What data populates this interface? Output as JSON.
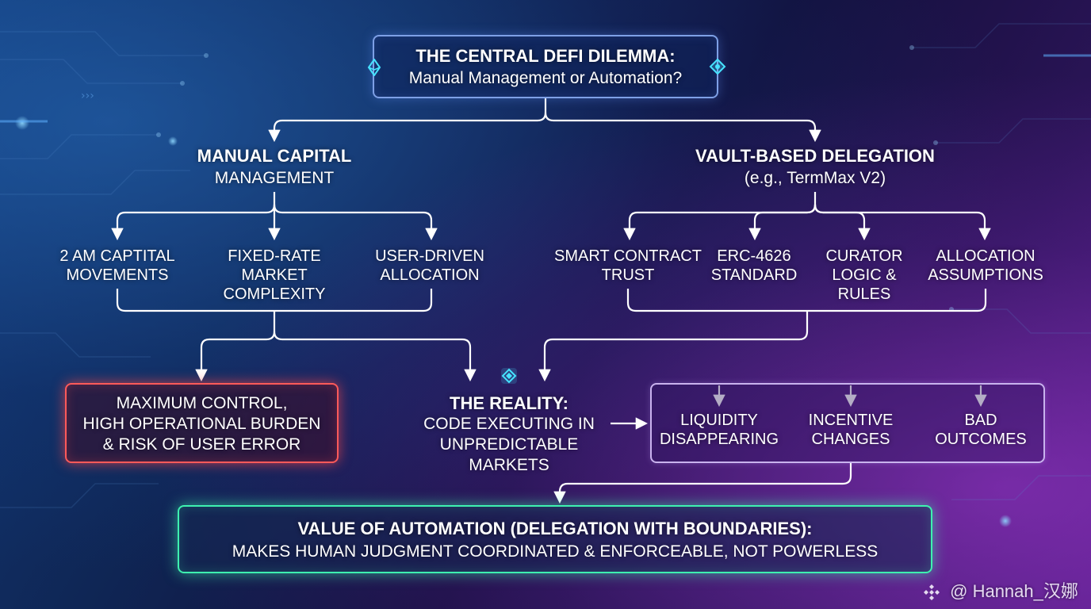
{
  "colors": {
    "connector": "#ffffff",
    "top_border": "#7ea0e6",
    "red_border": "#ff5a5a",
    "green_border": "#3ef2b0",
    "group_border": "#c9b3ee",
    "accent_icon": "#46e3ff"
  },
  "icons": [
    "ethereum-diamond-icon",
    "glowing-diamond-icon",
    "binance-logo-icon"
  ],
  "top": {
    "title": "THE CENTRAL DEFI DILEMMA:",
    "subtitle": "Manual Management or Automation?"
  },
  "manual": {
    "title": "MANUAL CAPITAL",
    "subtitle": "MANAGEMENT",
    "items": [
      {
        "lines": [
          "2 AM CAPTITAL",
          "MOVEMENTS"
        ]
      },
      {
        "lines": [
          "FIXED-RATE",
          "MARKET",
          "COMPLEXITY"
        ]
      },
      {
        "lines": [
          "USER-DRIVEN",
          "ALLOCATION"
        ]
      }
    ]
  },
  "vault": {
    "title": "VAULT-BASED DELEGATION",
    "subtitle": "(e.g., TermMax V2)",
    "items": [
      {
        "lines": [
          "SMART CONTRACT",
          "TRUST"
        ]
      },
      {
        "lines": [
          "ERC-4626",
          "STANDARD"
        ]
      },
      {
        "lines": [
          "CURATOR",
          "LOGIC &",
          "RULES"
        ]
      },
      {
        "lines": [
          "ALLOCATION",
          "ASSUMPTIONS"
        ]
      }
    ]
  },
  "outcome_manual": {
    "lines": [
      "MAXIMUM CONTROL,",
      "HIGH OPERATIONAL BURDEN",
      "& RISK OF USER ERROR"
    ]
  },
  "reality": {
    "title": "THE REALITY:",
    "lines": [
      "CODE EXECUTING IN",
      "UNPREDICTABLE",
      "MARKETS"
    ]
  },
  "risks": [
    {
      "lines": [
        "LIQUIDITY",
        "DISAPPEARING"
      ]
    },
    {
      "lines": [
        "INCENTIVE",
        "CHANGES"
      ]
    },
    {
      "lines": [
        "BAD",
        "OUTCOMES"
      ]
    }
  ],
  "conclusion": {
    "title": "VALUE OF AUTOMATION (DELEGATION WITH BOUNDARIES):",
    "subtitle": "MAKES HUMAN JUDGMENT COORDINATED & ENFORCEABLE, NOT POWERLESS"
  },
  "watermark": {
    "text": "@ Hannah_汉娜"
  }
}
